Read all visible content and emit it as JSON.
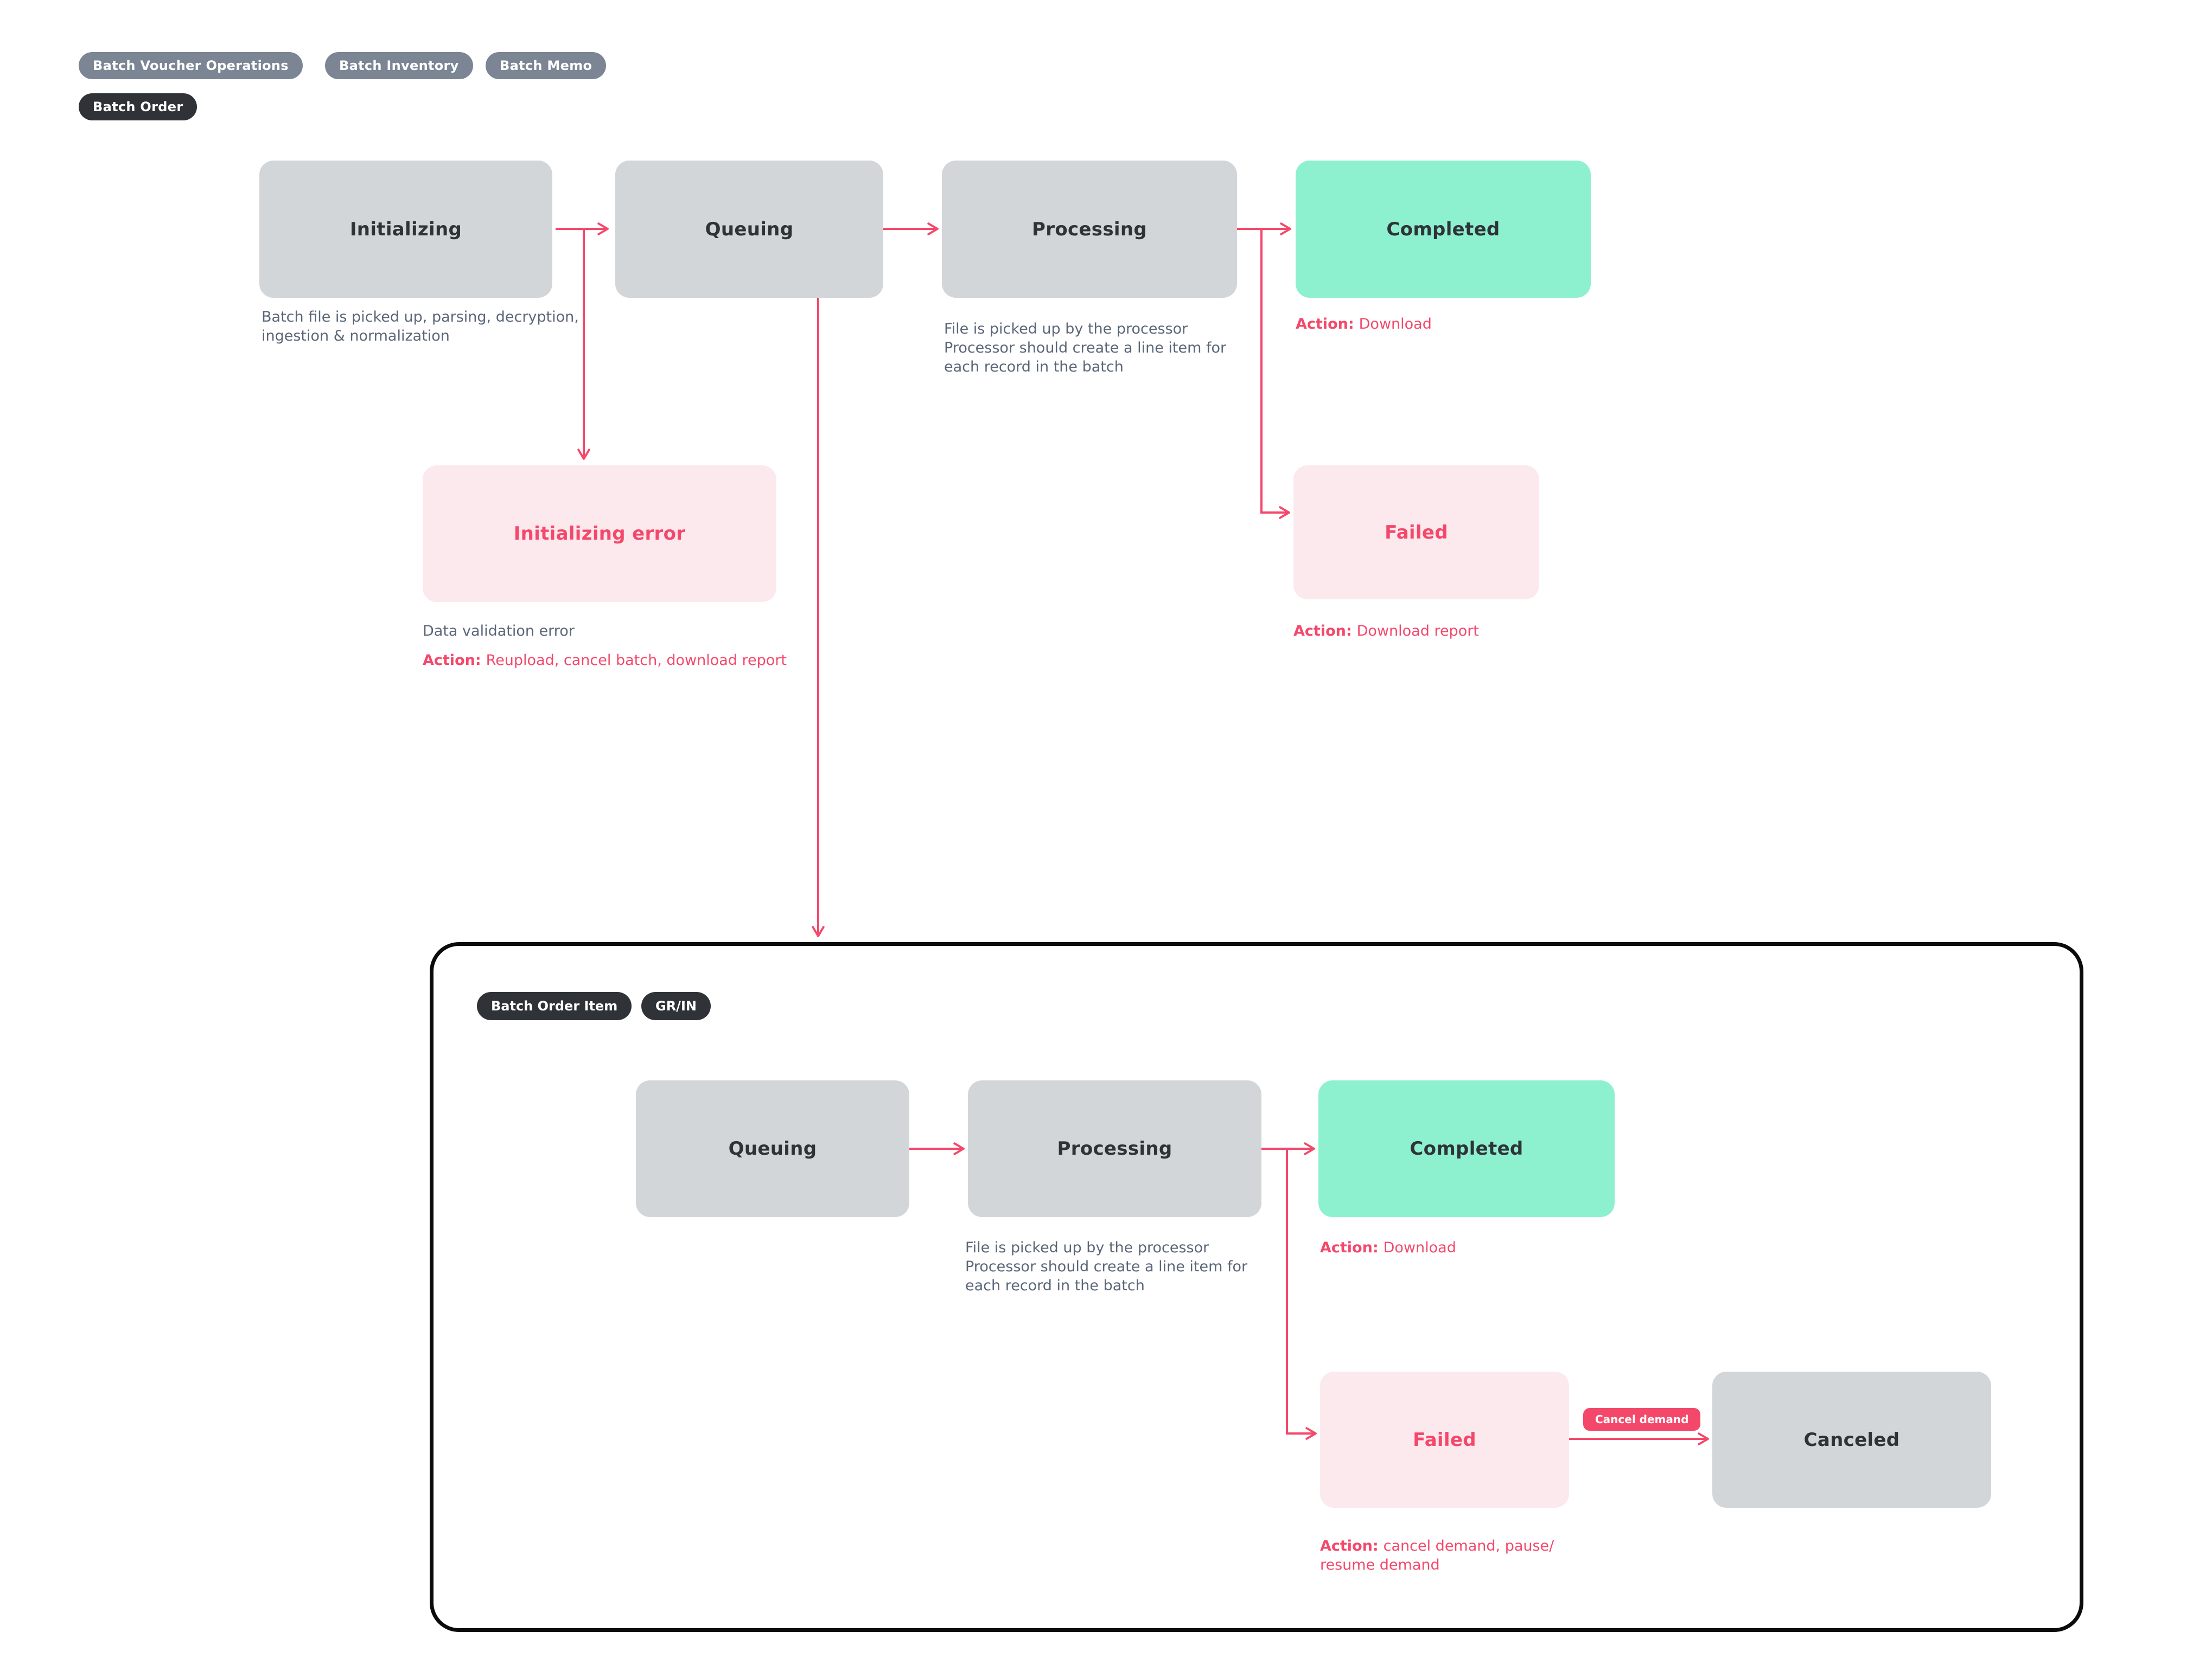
{
  "colors": {
    "accent_pink": "#f4486b",
    "node_gray": "#d2d6d9",
    "node_green": "#8df1cf",
    "node_pink_bg": "#fce9ed",
    "pill_gray": "#7b8593",
    "pill_dark": "#2f3338",
    "title_text": "#2f3338",
    "description_text": "#5b6678",
    "container_border": "#0b0b0b"
  },
  "action_label": "Action:",
  "legend": {
    "pills": [
      {
        "label": "Batch Voucher Operations"
      },
      {
        "label": "Batch Inventory"
      },
      {
        "label": "Batch Memo"
      },
      {
        "label": "Batch Order"
      }
    ]
  },
  "batch_flow": {
    "nodes": {
      "initializing": {
        "label": "Initializing",
        "description": [
          "Batch file is picked up, parsing, decryption,",
          "ingestion & normalization"
        ]
      },
      "queuing": {
        "label": "Queuing"
      },
      "processing": {
        "label": "Processing",
        "description": [
          "File is picked up by the processor",
          "Processor should create a line item for",
          "each record in the batch"
        ]
      },
      "completed": {
        "label": "Completed",
        "action": "Download"
      },
      "initializing_error": {
        "label": "Initializing error",
        "description": "Data validation error",
        "action": "Reupload, cancel batch, download report"
      },
      "failed": {
        "label": "Failed",
        "action": "Download report"
      }
    }
  },
  "item_flow": {
    "badges": [
      {
        "label": "Batch Order Item"
      },
      {
        "label": "GR/IN"
      }
    ],
    "nodes": {
      "queuing": {
        "label": "Queuing"
      },
      "processing": {
        "label": "Processing",
        "description": [
          "File is picked up by the processor",
          "Processor should create a line item for",
          "each record in the batch"
        ]
      },
      "completed": {
        "label": "Completed",
        "action": "Download"
      },
      "failed": {
        "label": "Failed",
        "action": "cancel demand, pause/\nresume demand"
      },
      "canceled": {
        "label": "Canceled"
      }
    },
    "edge_label": "Cancel demand"
  }
}
